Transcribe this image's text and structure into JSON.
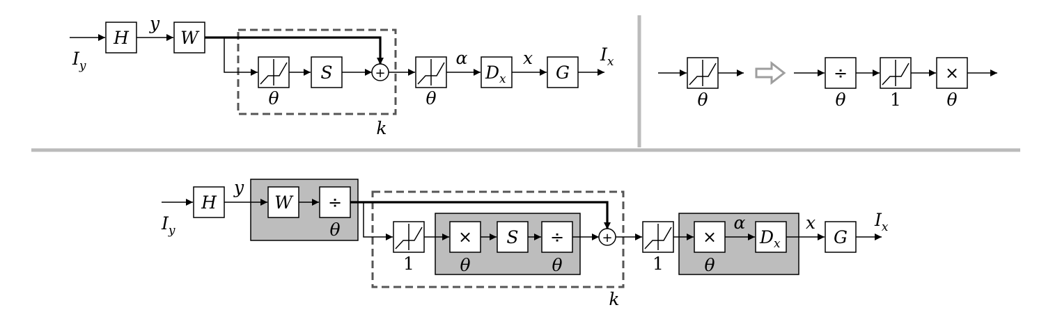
{
  "labels": {
    "H": "H",
    "W": "W",
    "S": "S",
    "G": "G",
    "D": "D",
    "D_sub": "x",
    "I": "I",
    "I_y_sub": "y",
    "I_x_sub": "x",
    "y": "y",
    "x": "x",
    "alpha": "α",
    "theta": "θ",
    "k": "k",
    "one": "1"
  },
  "operators": {
    "divide": "÷",
    "multiply": "×",
    "plus": "+"
  },
  "colors": {
    "shaded_group": "#bdbdbd",
    "dashed_box": "#555555",
    "divider": "#bbbbbb",
    "implication_arrow": "#9e9e9e"
  },
  "icons": {
    "threshold": "threshold-icon",
    "implies": "implies-arrow-icon",
    "summing": "summing-junction-icon"
  }
}
